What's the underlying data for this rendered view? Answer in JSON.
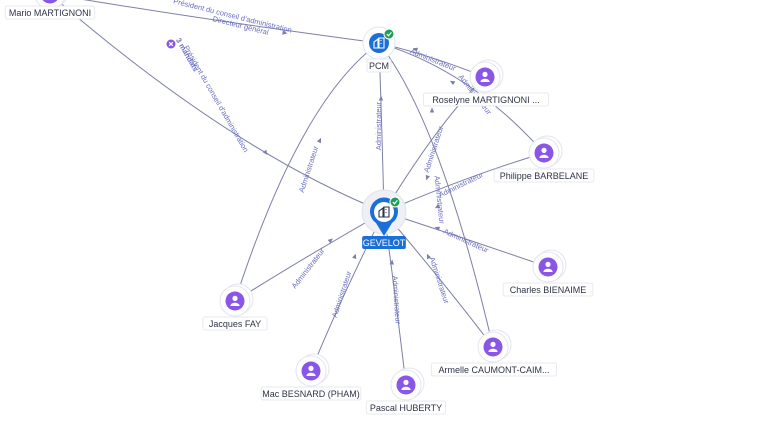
{
  "colors": {
    "person": "#8a56e8",
    "company": "#1b6fd9",
    "check": "#1f9d55",
    "edge": "#7c7fa8",
    "edge_label": "#6b6fc0"
  },
  "icons": {
    "person": "person-icon",
    "company": "building-icon",
    "verified": "check-badge-icon",
    "mandate": "close-circle-icon"
  },
  "nodes": [
    {
      "id": "gevelot",
      "label": "GEVELOT",
      "kind": "company-main"
    },
    {
      "id": "pcm",
      "label": "PCM",
      "kind": "company"
    },
    {
      "id": "mario",
      "label": "Mario MARTIGNONI",
      "kind": "person"
    },
    {
      "id": "roselyne",
      "label": "Roselyne MARTIGNONI ...",
      "kind": "person"
    },
    {
      "id": "philippe",
      "label": "Philippe BARBELANE",
      "kind": "person"
    },
    {
      "id": "charles",
      "label": "Charles BIENAIME",
      "kind": "person"
    },
    {
      "id": "armelle",
      "label": "Armelle CAUMONT-CAIM...",
      "kind": "person"
    },
    {
      "id": "pascal",
      "label": "Pascal HUBERTY",
      "kind": "person"
    },
    {
      "id": "mac",
      "label": "Mac BESNARD (PHAM)",
      "kind": "person"
    },
    {
      "id": "jacques",
      "label": "Jacques FAY",
      "kind": "person"
    }
  ],
  "edges": [
    {
      "from": "mario",
      "to": "pcm",
      "label": "Président du conseil d'administration",
      "label2": "Directeur général"
    },
    {
      "from": "mario",
      "to": "gevelot",
      "label": "Président du conseil d'administration",
      "badge": "3 mandats"
    },
    {
      "from": "roselyne",
      "to": "pcm",
      "label": "Administrateur"
    },
    {
      "from": "roselyne",
      "to": "gevelot",
      "label": "Administrateur"
    },
    {
      "from": "philippe",
      "to": "pcm",
      "label": "Administrateur"
    },
    {
      "from": "philippe",
      "to": "gevelot",
      "label": "Administrateur"
    },
    {
      "from": "charles",
      "to": "gevelot",
      "label": "Administrateur"
    },
    {
      "from": "armelle",
      "to": "pcm",
      "label": "Administrateur"
    },
    {
      "from": "armelle",
      "to": "gevelot",
      "label": "Administrateur"
    },
    {
      "from": "pcm",
      "to": "gevelot",
      "label": "Administrateur"
    },
    {
      "from": "pascal",
      "to": "gevelot",
      "label": "Administrateur"
    },
    {
      "from": "mac",
      "to": "gevelot",
      "label": "Administrateur"
    },
    {
      "from": "jacques",
      "to": "gevelot",
      "label": "Administrateur"
    },
    {
      "from": "jacques",
      "to": "pcm",
      "label": "Administrateur"
    }
  ]
}
